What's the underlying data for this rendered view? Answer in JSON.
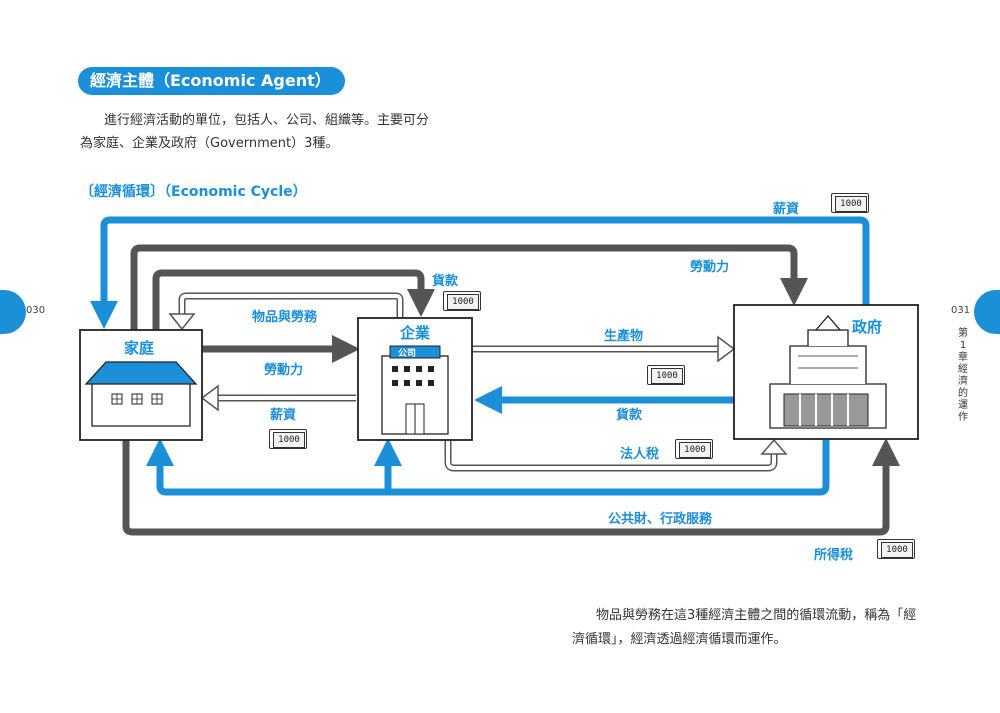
{
  "colors": {
    "accent": "#1c8fd9",
    "arrow_dark": "#555555",
    "box_border": "#222222"
  },
  "heading": "經濟主體（Economic Agent）",
  "intro": {
    "line1": "進行經濟活動的單位，包括人、公司、組織等。主要可分",
    "line2": "為家庭、企業及政府（Government）3種。"
  },
  "diagram_title": "〔經濟循環〕（Economic Cycle）",
  "page_left": "030",
  "page_right": "031",
  "chapter": "第1章　經濟的運作",
  "entities": {
    "household": "家庭",
    "company": "企業",
    "government": "政府",
    "company_sign": "公司"
  },
  "flow_labels": {
    "wages_top": "薪資",
    "labor_top": "勞動力",
    "loan_top": "貨款",
    "goods_services": "物品與勞務",
    "labor_mid": "勞動力",
    "wages_mid": "薪資",
    "products": "生產物",
    "payment": "貨款",
    "corporate_tax": "法人稅",
    "public_services": "公共財、行政服務",
    "income_tax": "所得稅"
  },
  "money_label": "1000",
  "caption": {
    "line1": "物品與勞務在這3種經濟主體之間的循環流動，稱為「經",
    "line2": "濟循環」，經濟透過經濟循環而運作。"
  }
}
